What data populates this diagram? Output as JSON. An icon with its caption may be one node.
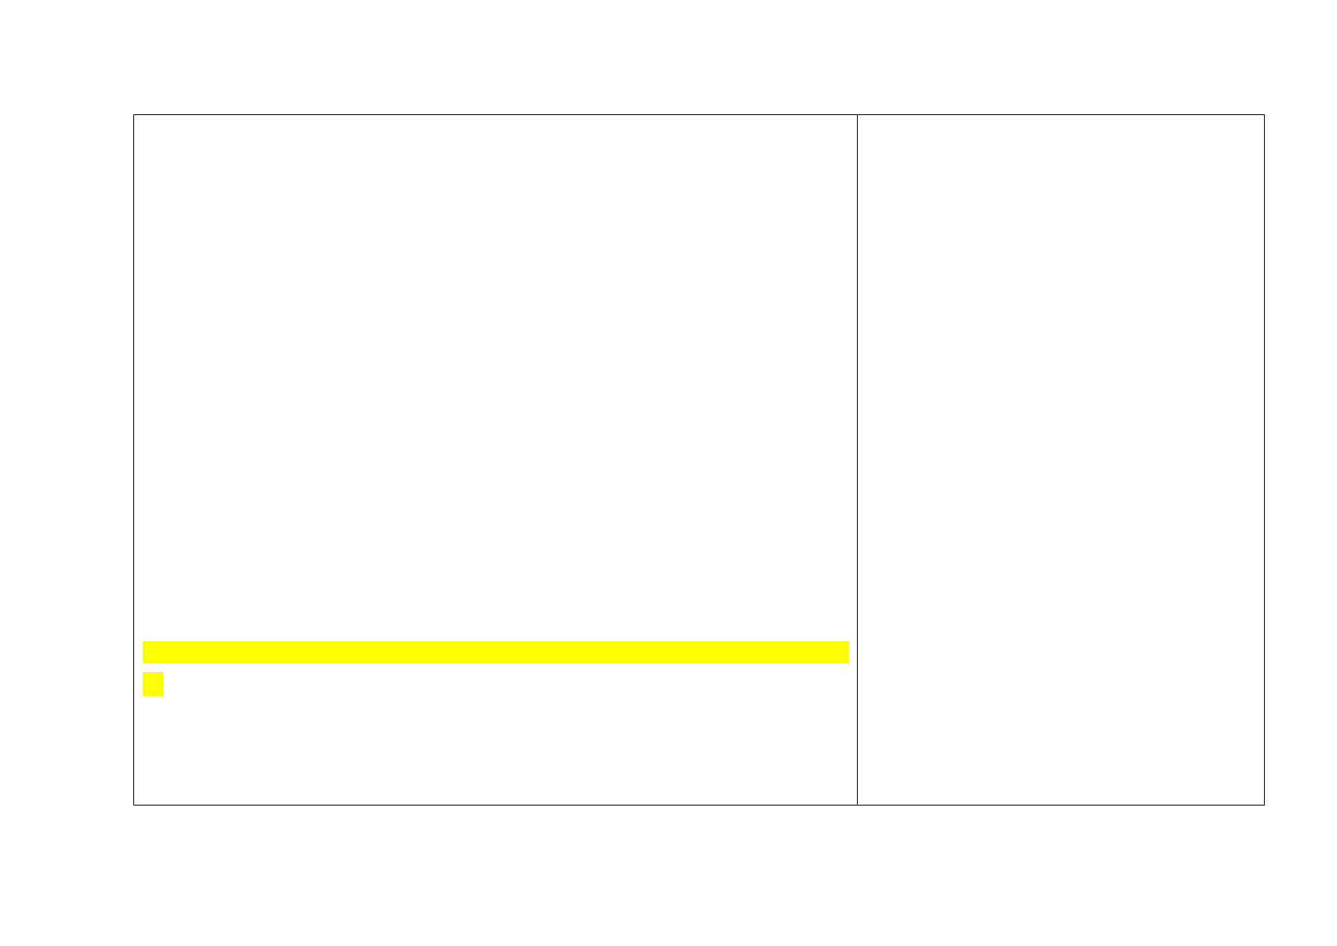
{
  "diagram": {
    "nodes": [
      {
        "text": [],
        "shape": "box"
      },
      {
        "text": [],
        "shape": "box"
      },
      {
        "text": [],
        "shape": "bar",
        "in": 0
      },
      {
        "text": [],
        "shape": "box",
        "in": 0
      }
    ]
  }
}
